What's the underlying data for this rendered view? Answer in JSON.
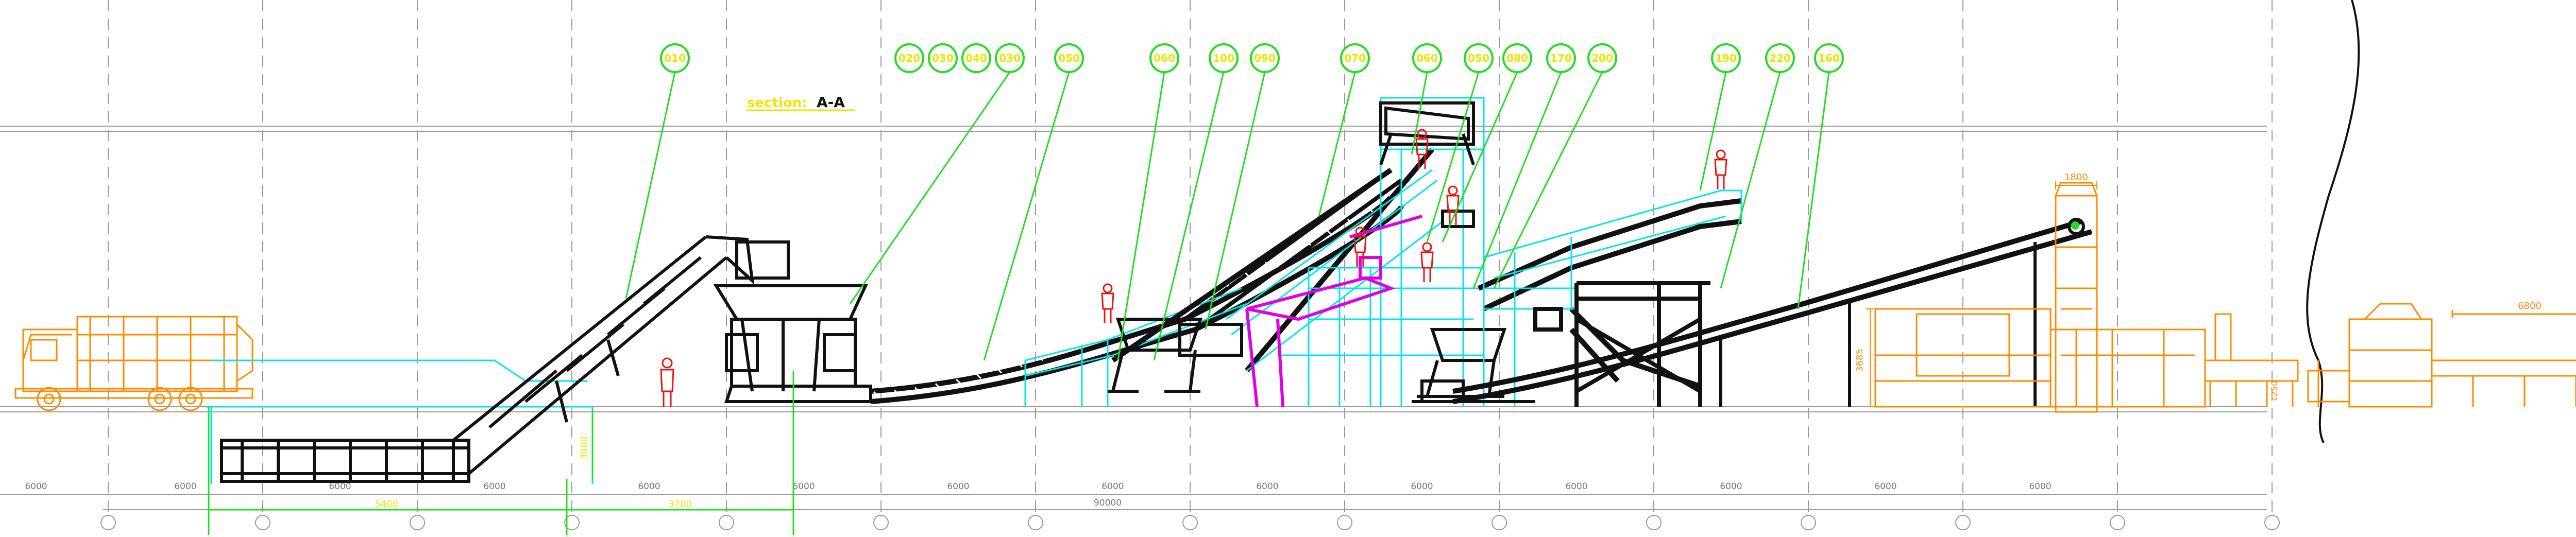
{
  "section_label": {
    "prefix": "section:",
    "name": "A-A"
  },
  "callouts": [
    {
      "label": "010"
    },
    {
      "label": "020"
    },
    {
      "label": "030"
    },
    {
      "label": "040"
    },
    {
      "label": "030"
    },
    {
      "label": "050"
    },
    {
      "label": "060"
    },
    {
      "label": "100"
    },
    {
      "label": "090"
    },
    {
      "label": "070"
    },
    {
      "label": "060"
    },
    {
      "label": "050"
    },
    {
      "label": "080"
    },
    {
      "label": "170"
    },
    {
      "label": "200"
    },
    {
      "label": "190"
    },
    {
      "label": "220"
    },
    {
      "label": "160"
    }
  ],
  "grid_spacings": [
    "6000",
    "6000",
    "6000",
    "6000",
    "6000",
    "6000",
    "6000",
    "6000",
    "6000",
    "6000",
    "6000",
    "6000",
    "6000",
    "6000"
  ],
  "total_length": "90000",
  "pit_dims": {
    "length": "5400",
    "offset": "3700",
    "depth": "3000"
  },
  "orange_dims": {
    "width_top": "1800",
    "height": "3685",
    "right_span": "6800",
    "small_a": "1250",
    "small_b": "1250"
  },
  "colors": {
    "callout": "#22dd22",
    "structure": "#111111",
    "platform": "#00e5ee",
    "equipment_orange": "#ff8a00",
    "worker": "#ee1111",
    "magenta": "#e000e0",
    "dimension": "#e8e800",
    "grid": "#9a9a9a"
  }
}
